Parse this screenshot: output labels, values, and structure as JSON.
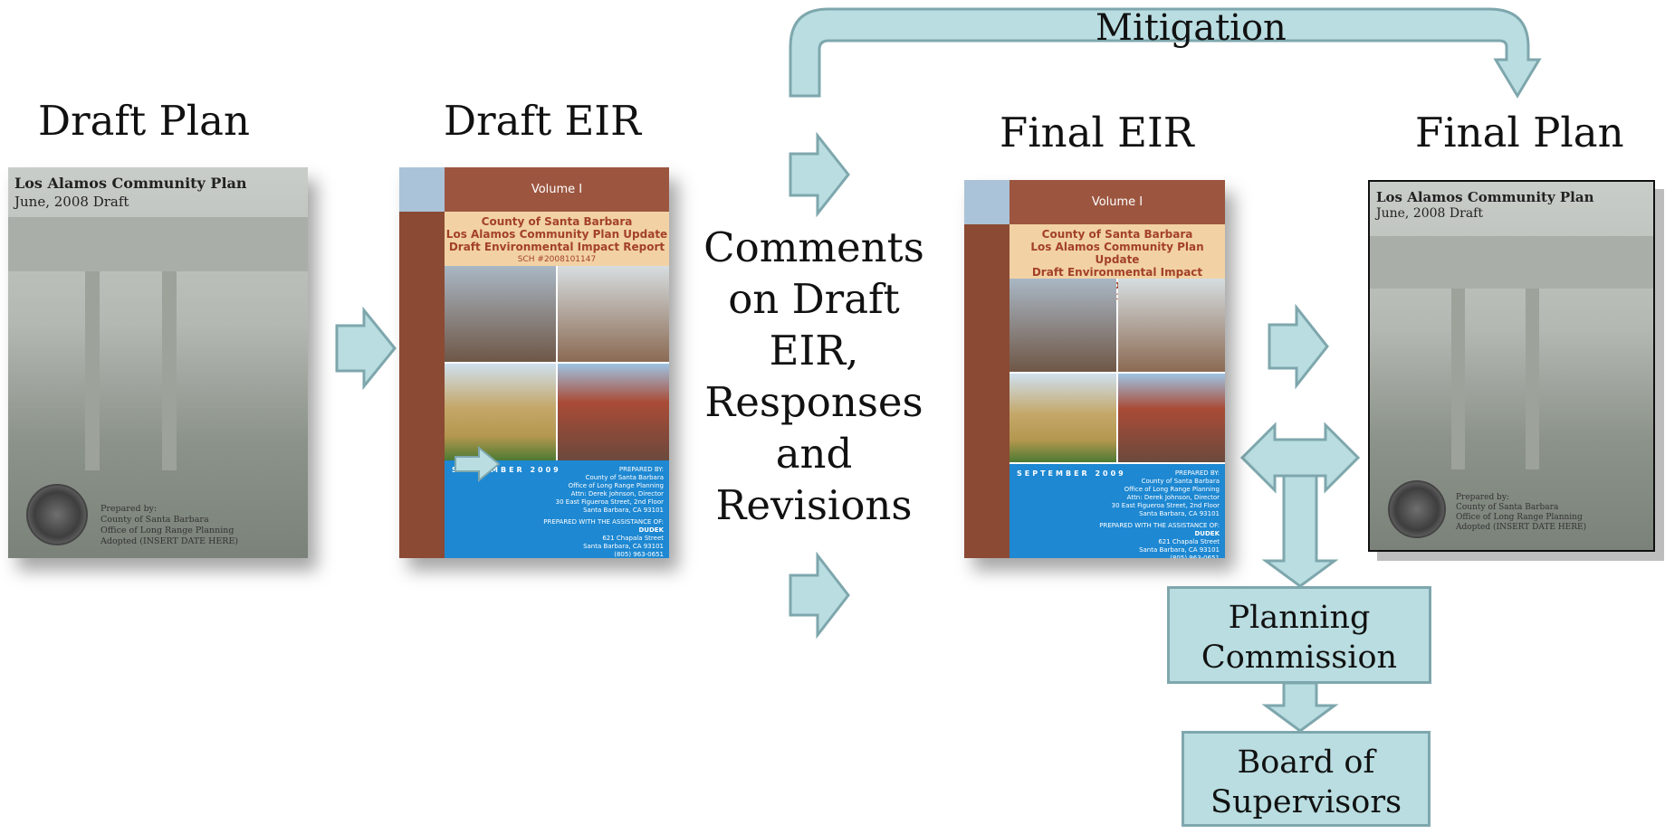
{
  "stages": {
    "draft_plan": "Draft Plan",
    "draft_eir": "Draft EIR",
    "final_eir": "Final EIR",
    "final_plan": "Final Plan"
  },
  "mitigation_label": "Mitigation",
  "comments": [
    "Comments",
    "on Draft",
    "EIR,",
    "Responses",
    "and",
    "Revisions"
  ],
  "planning_commission": [
    "Planning",
    "Commission"
  ],
  "board_of_supervisors": [
    "Board of",
    "Supervisors"
  ],
  "plan_cover": {
    "title": "Los Alamos Community Plan",
    "subtitle": "June, 2008 Draft",
    "prepared": [
      "Prepared by:",
      "County of Santa Barbara",
      "Office of Long Range Planning",
      "Adopted (INSERT DATE HERE)"
    ]
  },
  "eir_cover": {
    "volume": "Volume I",
    "title_lines": [
      "County of Santa Barbara",
      "Los Alamos Community Plan Update",
      "Draft Environmental Impact Report"
    ],
    "sch": "SCH #2008101147",
    "date": "SEPTEMBER 2009",
    "prepared_by": [
      "PREPARED BY:",
      "County of Santa Barbara",
      "Office of Long Range Planning",
      "Attn: Derek Johnson, Director",
      "30 East Figueroa Street, 2nd Floor",
      "Santa Barbara, CA 93101"
    ],
    "assistance": [
      "PREPARED WITH THE ASSISTANCE OF:",
      "DUDEK",
      "621 Chapala Street",
      "Santa Barbara, CA 93101",
      "(805) 963-0651"
    ]
  },
  "colors": {
    "arrow_fill": "#b9dde1",
    "arrow_stroke": "#7ea7ad",
    "eir_brown": "#8b4a33",
    "eir_blue": "#1e88d2"
  }
}
